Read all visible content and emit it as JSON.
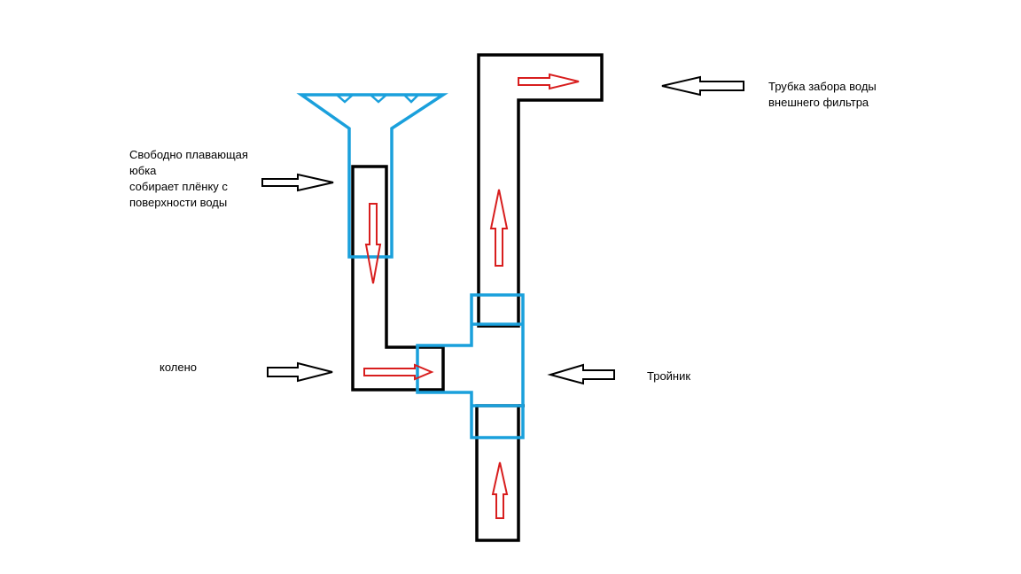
{
  "colors": {
    "pipe": "#000000",
    "fitting": "#1aa0dc",
    "flow_arrow": "#d81e1e",
    "pointer": "#000000",
    "background": "#ffffff"
  },
  "labels": {
    "intake_tube": [
      "Трубка забора воды",
      "внешнего фильтра"
    ],
    "skirt": [
      "Свободно плавающая",
      "юбка",
      "собирает плёнку с",
      "поверхности воды"
    ],
    "elbow": "колено",
    "tee": "Тройник"
  }
}
